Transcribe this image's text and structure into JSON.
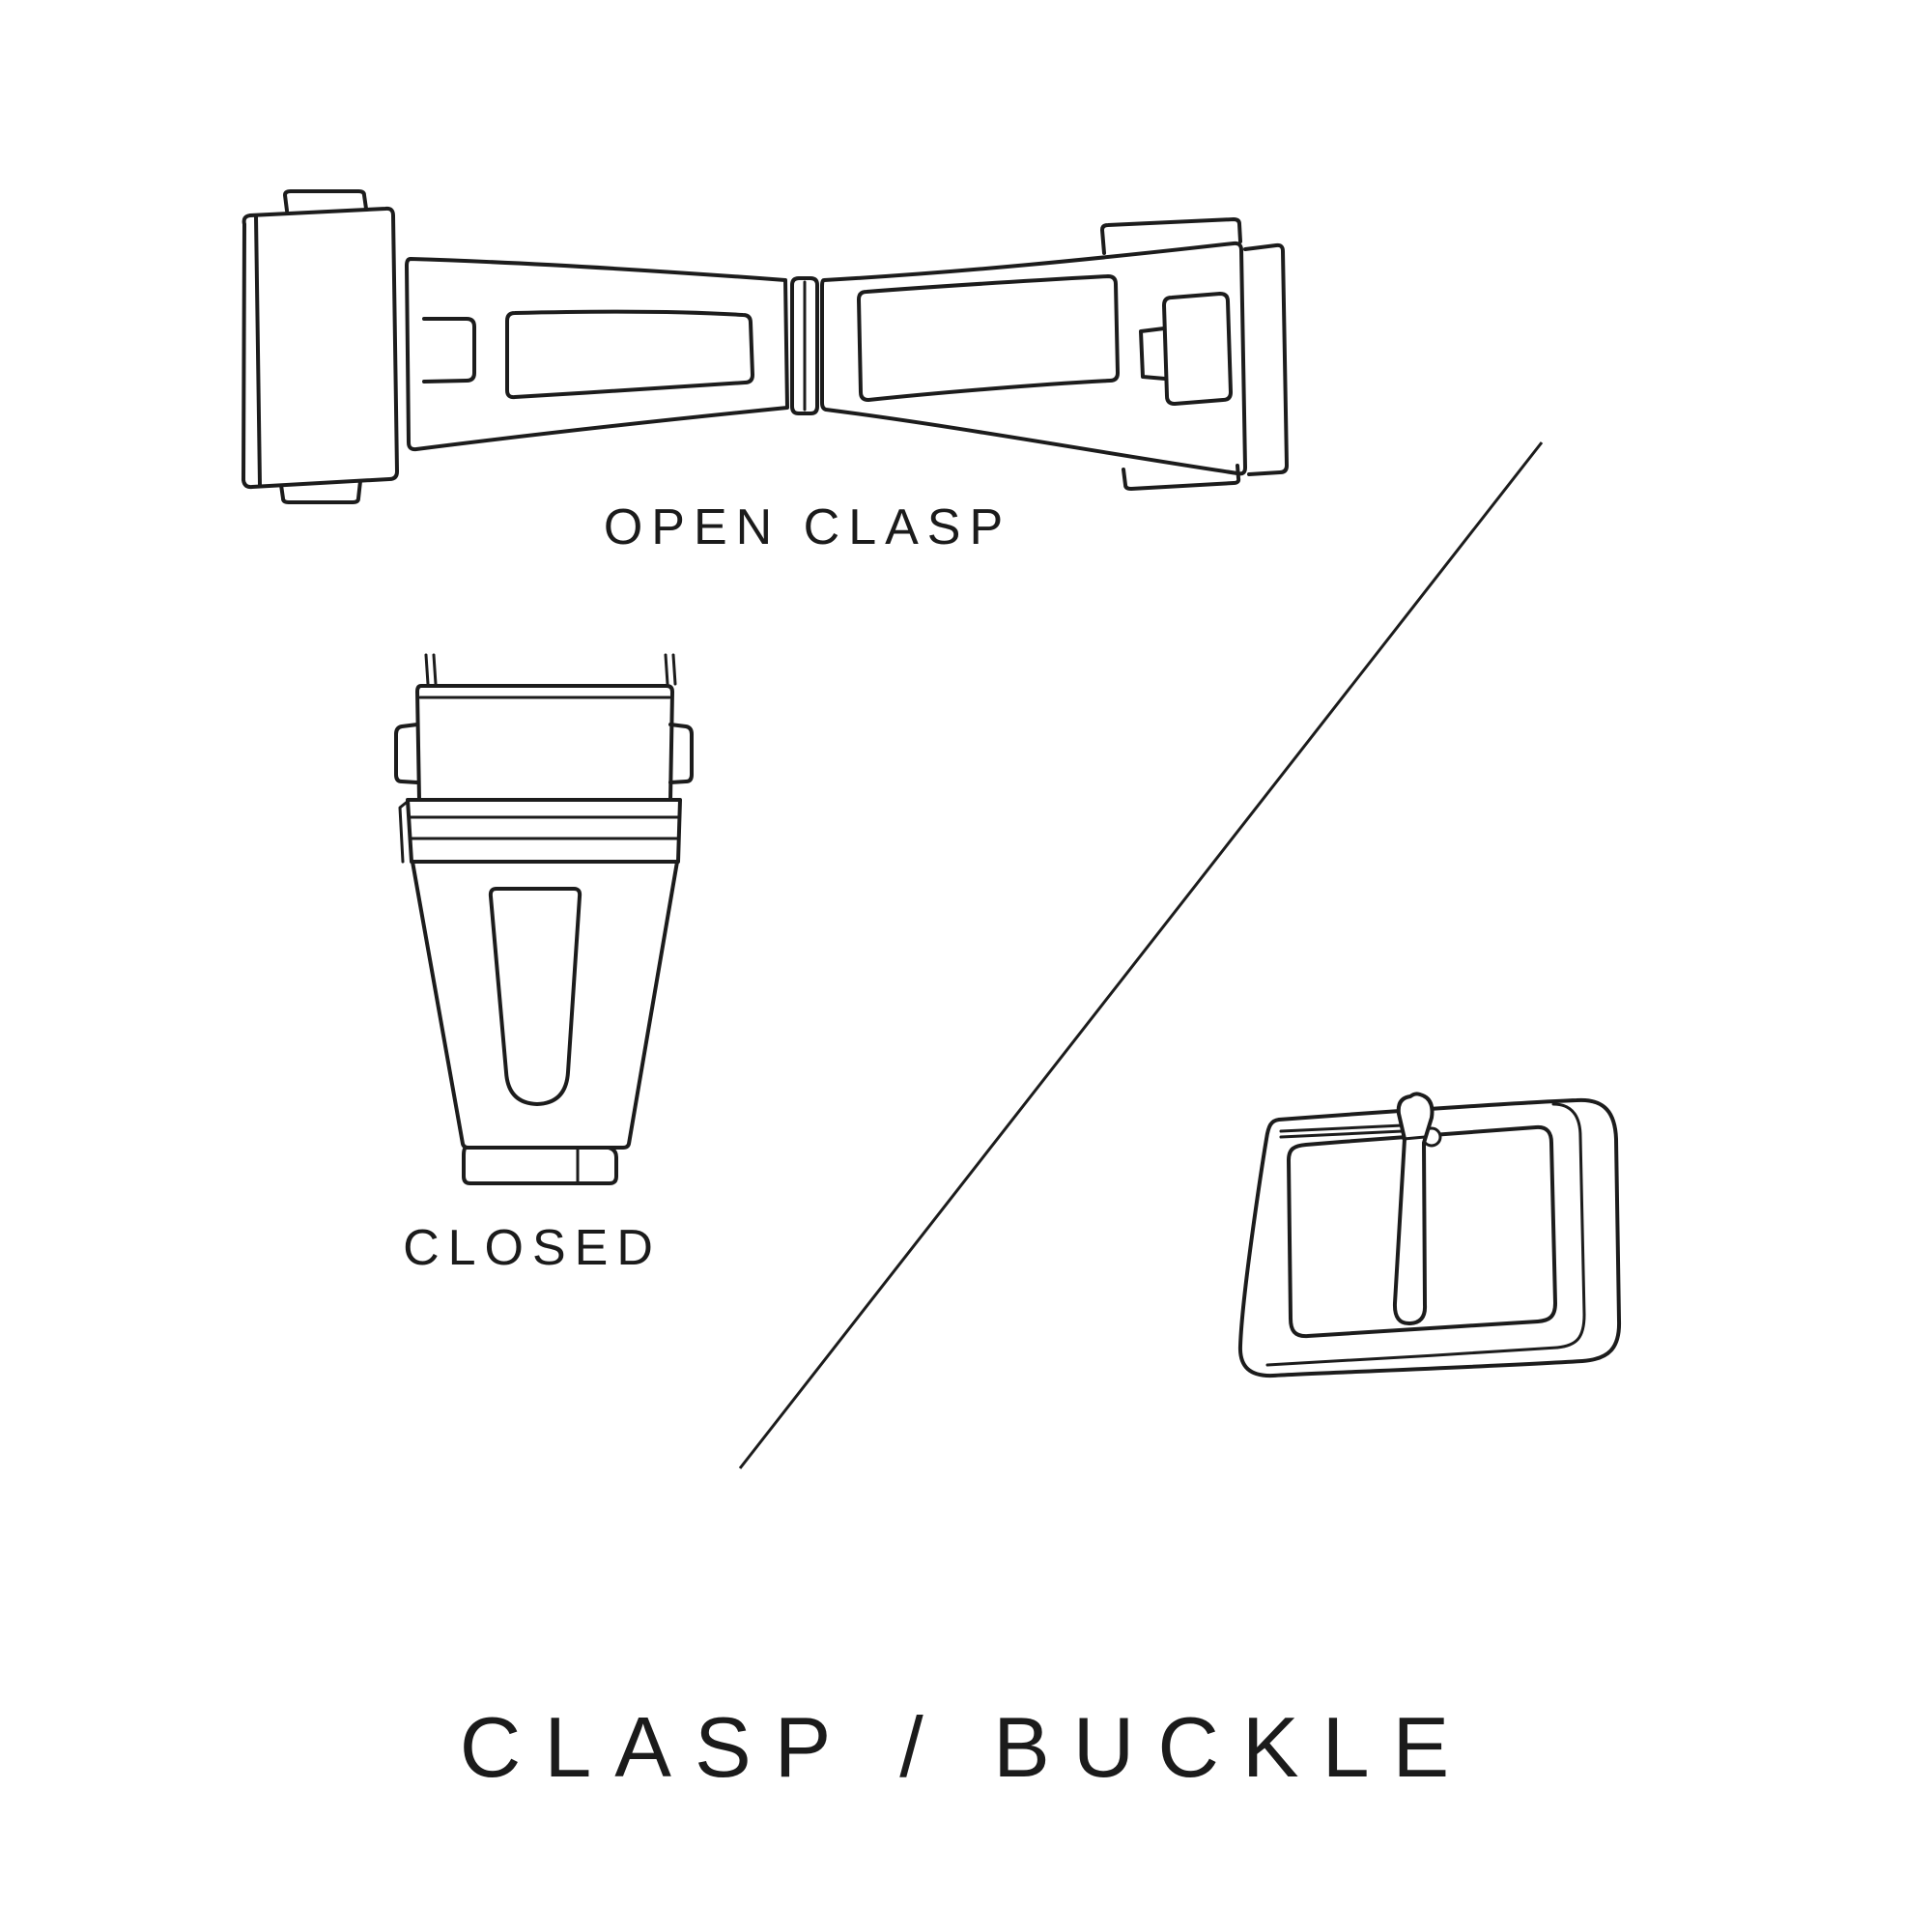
{
  "colors": {
    "background": "#ffffff",
    "line": "#1c1c1c",
    "text": "#1b1b1b"
  },
  "figure": {
    "open_clasp_label": "OPEN CLASP",
    "closed_label": "CLOSED",
    "title": "CLASP / BUCKLE"
  },
  "illustrations": {
    "open_clasp": "open-clasp-illustration",
    "closed_clasp": "closed-clasp-illustration",
    "tang_buckle": "tang-buckle-illustration",
    "divider": "diagonal-divider-line"
  }
}
